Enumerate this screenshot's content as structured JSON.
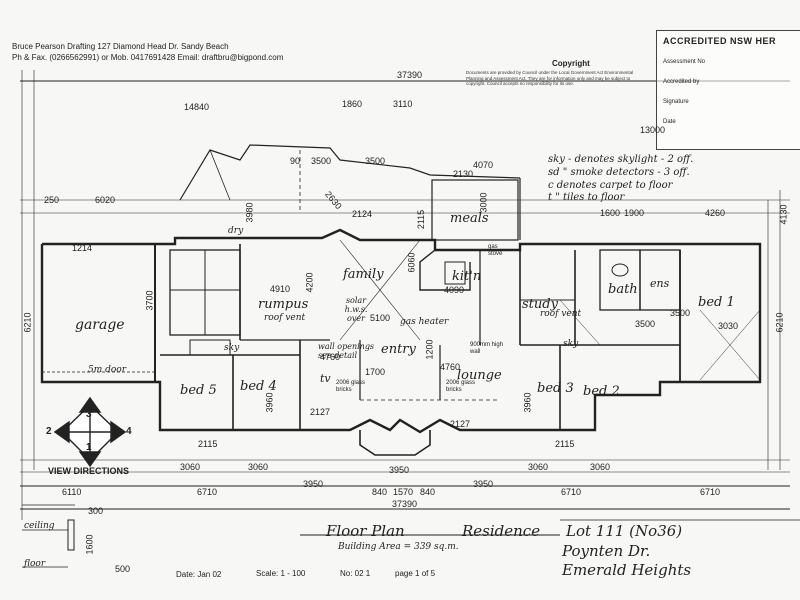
{
  "header": {
    "drafting_line1": "Bruce Pearson Drafting 127 Diamond Head Dr. Sandy Beach",
    "drafting_line2": "Ph & Fax. (0266562991) or Mob. 0417691428 Email: draftbru@bigpond.com"
  },
  "copyright": {
    "title": "Copyright",
    "body": "Documents are provided by Council under the Local Government Act Environmental Planning and Assessment Act. They are for information only and may be subject to copyright. Council accepts no responsibility for its use."
  },
  "stamp": {
    "title": "ACCREDITED NSW HER",
    "line1": "Assessment No",
    "line2": "Accredited by",
    "line3": "Signature",
    "line4": "Date"
  },
  "legend": {
    "sky": "sky - denotes skylight - 2 off.",
    "sd": "sd \" smoke detectors - 3 off.",
    "carpet": "c denotes carpet to floor",
    "tiles": "t \" tiles to floor"
  },
  "rooms": {
    "garage": "garage",
    "rumpus": "rumpus",
    "family": "family",
    "meals": "meals",
    "kitchen": "kit'n",
    "study": "study",
    "bath": "bath",
    "ens": "ens",
    "bed1": "bed 1",
    "bed2": "bed 2",
    "bed3": "bed 3",
    "bed4": "bed 4",
    "bed5": "bed 5",
    "entry": "entry",
    "lounge": "lounge",
    "tv": "tv",
    "dry": "dry",
    "roof_vent_1": "roof vent",
    "roof_vent_2": "roof vent",
    "solar": "solar h.w.s. over",
    "gas_heater": "gas heater",
    "wall_openings": "wall openings see detail",
    "glass_bricks_1": "2006 glass bricks",
    "glass_bricks_2": "2006 glass bricks",
    "door": "5m door",
    "gas_stove": "gas stove",
    "high_wall": "900mm high wall",
    "sky_1": "sky",
    "sky_2": "sky"
  },
  "dims": {
    "top_total": "37390",
    "top_a": "14840",
    "top_b": "1860",
    "top_c": "3110",
    "top_d": "13000",
    "d4070": "4070",
    "d250a": "250",
    "d6020": "6020",
    "d3500a": "3500",
    "d3500b": "3500",
    "d90a": "90",
    "d2630": "2630",
    "d3980": "3980",
    "d2124": "2124",
    "d3000": "3000",
    "d2130": "2130",
    "d2115": "2115",
    "d1600": "1600",
    "d1900": "1900",
    "d4260": "4260",
    "d4130": "4130",
    "d1214": "1214",
    "d4910": "4910",
    "d5100": "5100",
    "d4090": "4090",
    "d6060": "6060",
    "d4200": "4200",
    "d6210a": "6210",
    "d6210b": "6210",
    "d3700": "3700",
    "d3030": "3030",
    "d4760a": "4760",
    "d4760b": "4760",
    "d3960a": "3960",
    "d3960b": "3960",
    "d2127a": "2127",
    "d2127b": "2127",
    "d3060a": "3060",
    "d3060b": "3060",
    "d3060c": "3060",
    "d3060d": "3060",
    "d3950a": "3950",
    "d3950b": "3950",
    "d3950c": "3950",
    "d6110": "6110",
    "d6710a": "6710",
    "d6710b": "6710",
    "d6710c": "6710",
    "d1570": "1570",
    "d840a": "840",
    "d840b": "840",
    "bottom_total": "37390",
    "d300": "300",
    "d1600b": "1600",
    "d500": "500",
    "d2115b": "2115",
    "d2115c": "2115",
    "d3500c": "3500",
    "d3500d": "3500",
    "d1200": "1200",
    "d1700": "1700"
  },
  "view_directions": {
    "label": "VIEW DIRECTIONS",
    "n1": "1",
    "n2": "2",
    "n3": "3",
    "n4": "4"
  },
  "section": {
    "ceiling": "ceiling",
    "floor": "floor"
  },
  "title_block": {
    "floor_plan": "Floor Plan",
    "residence": "Residence",
    "lot": "Lot 111 (No36)",
    "area": "Building Area = 339 sq.m.",
    "street": "Poynten Dr.",
    "suburb": "Emerald Heights",
    "date": "Date: Jan 02",
    "scale": "Scale: 1 - 100",
    "no": "No: 02 1",
    "page": "page 1 of 5"
  },
  "colors": {
    "ink": "#222222",
    "paper": "#f7f7f5"
  }
}
